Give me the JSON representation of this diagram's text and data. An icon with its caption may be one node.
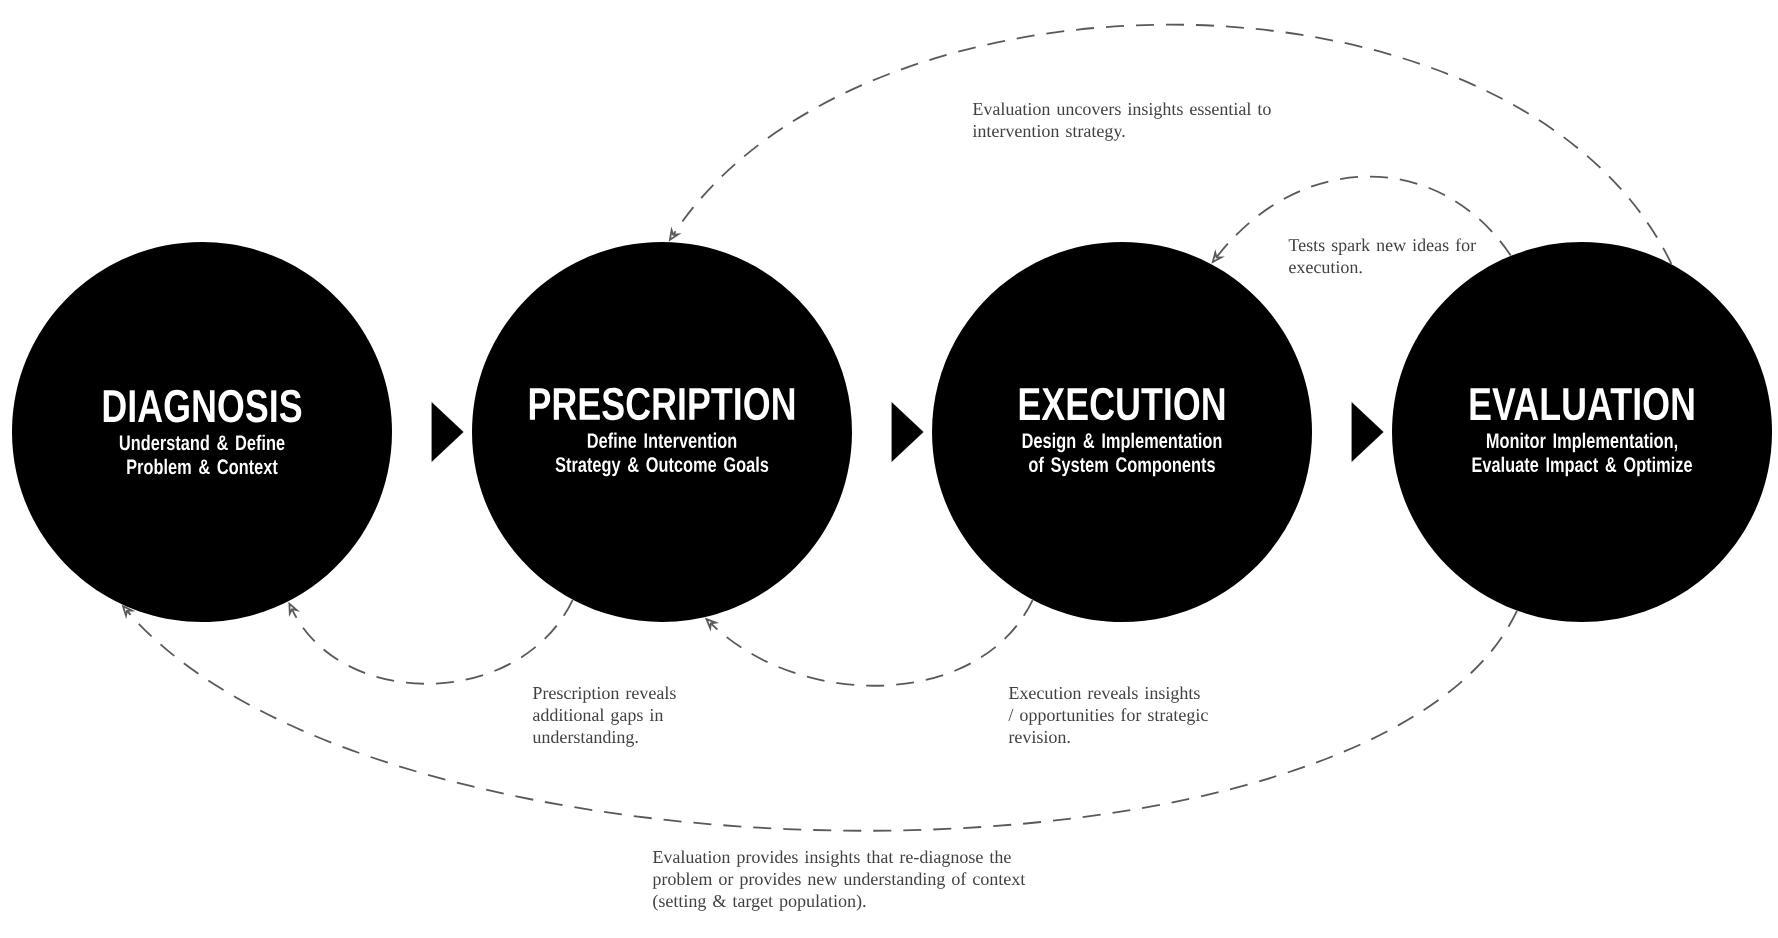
{
  "diagram": {
    "nodes": [
      {
        "text": [
          "DIAGNOSIS",
          "Understand & Define Problem & Context"
        ]
      },
      {
        "text": [
          "PRESCRIPTION",
          "Define Intervention Strategy & Outcome Goals"
        ]
      },
      {
        "text": [
          "EXECUTION",
          "Design & Implementation of System Components"
        ]
      },
      {
        "text": [
          "EVALUATION",
          "Monitor Implementation, Evaluate Impact & Optimize"
        ]
      }
    ],
    "edges": [
      {
        "from": 0,
        "to": 1,
        "arrow": "to"
      },
      {
        "from": 1,
        "to": 2,
        "arrow": "to"
      },
      {
        "from": 2,
        "to": 3,
        "arrow": "to"
      },
      {
        "from": 3,
        "to": 1,
        "arrow": "to",
        "style": "dashed",
        "label": "Evaluation uncovers insights essential to intervention strategy."
      },
      {
        "from": 3,
        "to": 2,
        "arrow": "to",
        "style": "dashed",
        "label": "Tests spark new ideas for execution."
      },
      {
        "from": 1,
        "to": 0,
        "arrow": "to",
        "style": "dashed",
        "label": "Prescription reveals additional gaps in understanding."
      },
      {
        "from": 2,
        "to": 1,
        "arrow": "to",
        "style": "dashed",
        "label": "Execution reveals insights / opportunities for strategic revision."
      },
      {
        "from": 3,
        "to": 0,
        "arrow": "to",
        "style": "dashed",
        "label": "Evaluation provides insights that re-diagnose the problem or provides new understanding of context (setting & target population)."
      }
    ]
  }
}
